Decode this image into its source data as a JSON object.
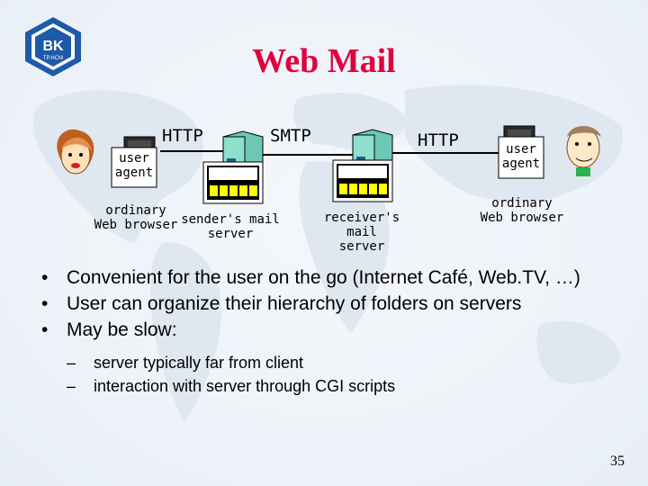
{
  "slide": {
    "title": "Web Mail",
    "logo_text": "BK",
    "logo_subtext": "TP.HCM",
    "page_number": "35"
  },
  "diagram": {
    "protocol_left": "HTTP",
    "protocol_middle": "SMTP",
    "protocol_right": "HTTP",
    "user_agent_left": [
      "user",
      "agent"
    ],
    "user_agent_right": [
      "user",
      "agent"
    ],
    "browser_left": [
      "ordinary",
      "Web browser"
    ],
    "browser_right": [
      "ordinary",
      "Web browser"
    ],
    "sender_server": [
      "sender's mail",
      "server"
    ],
    "receiver_server": [
      "receiver's mail",
      "server"
    ]
  },
  "bullets": [
    "Convenient for the user on the go (Internet Café, Web.TV, …)",
    "User can organize their hierarchy of folders on servers",
    "May be slow:"
  ],
  "sub_bullets": [
    "server typically far from client",
    "interaction with server through CGI scripts"
  ],
  "colors": {
    "title": "#e0003c",
    "logo": "#1e5aa8",
    "server_tower": "#7fd6c4",
    "mailbox": "#ffff00"
  }
}
